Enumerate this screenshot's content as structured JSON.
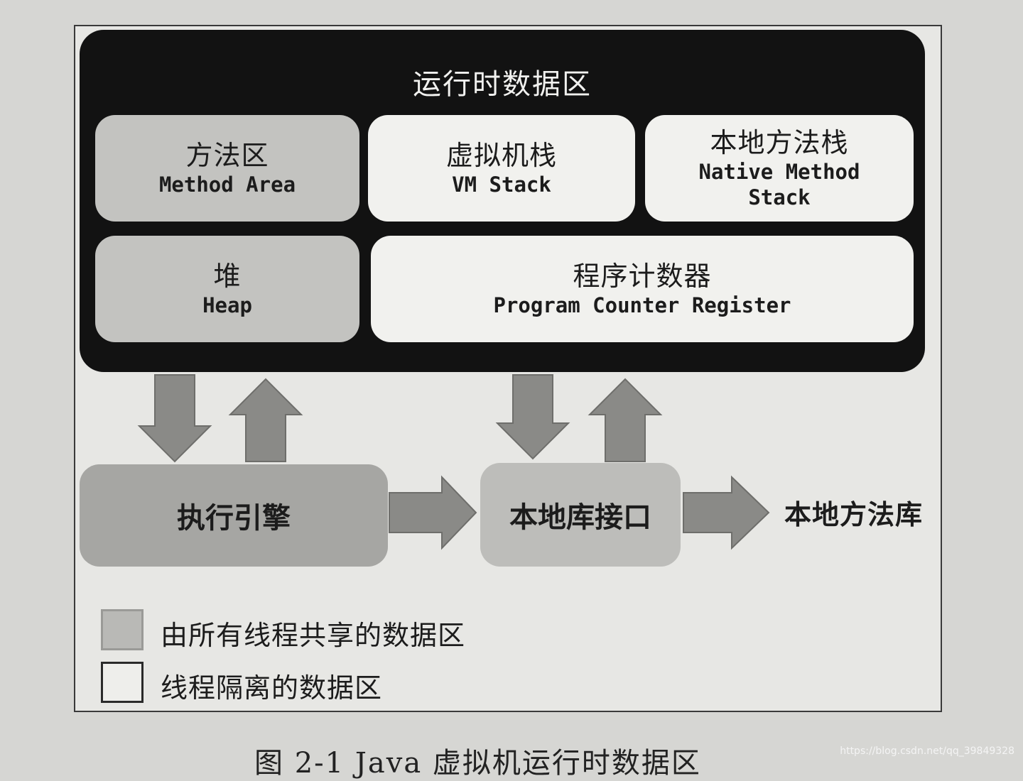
{
  "runtime_area": {
    "title": "运行时数据区",
    "method_area": {
      "cn": "方法区",
      "en": "Method Area"
    },
    "vm_stack": {
      "cn": "虚拟机栈",
      "en": "VM Stack"
    },
    "native_method_stack": {
      "cn": "本地方法栈",
      "en_line1": "Native Method",
      "en_line2": "Stack"
    },
    "heap": {
      "cn": "堆",
      "en": "Heap"
    },
    "pc_register": {
      "cn": "程序计数器",
      "en": "Program Counter Register"
    }
  },
  "execution_engine": "执行引擎",
  "native_interface": "本地库接口",
  "native_library": "本地方法库",
  "legend": {
    "shared": "由所有线程共享的数据区",
    "isolated": "线程隔离的数据区"
  },
  "caption": "图 2-1  Java 虚拟机运行时数据区",
  "watermark": "https://blog.csdn.net/qq_39849328",
  "colors": {
    "runtime_bg": "#121212",
    "shared_fill": "#c3c3c0",
    "isolated_fill": "#f1f1ee",
    "arrow_fill": "#8a8a87"
  }
}
